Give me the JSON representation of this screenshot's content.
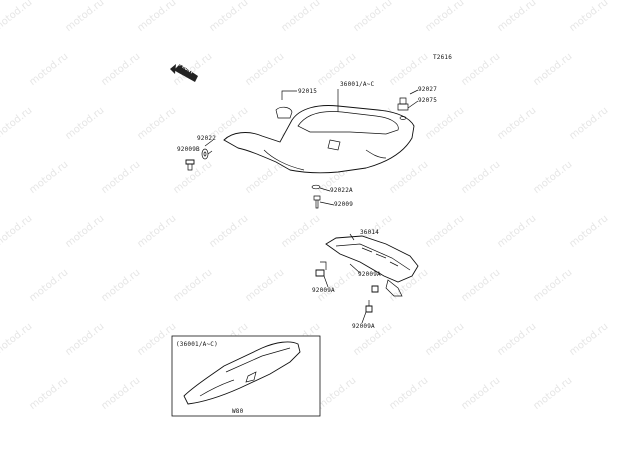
{
  "diagram": {
    "figure_code": "T2616",
    "front_arrow": "FRONT",
    "watermark": "motod.ru",
    "inset_title": "(36001/A~C)",
    "inset_caption": "W80",
    "callouts": {
      "c92015": "92015",
      "c36001": "36001/A~C",
      "c92027": "92027",
      "c92075": "92075",
      "c92022": "92022",
      "c92009B": "92009B",
      "c92022A": "92022A",
      "c92009": "92009",
      "c36014": "36014",
      "c92009A_1": "92009A",
      "c92009A_2": "92009A",
      "c92009A_3": "92009A"
    }
  }
}
